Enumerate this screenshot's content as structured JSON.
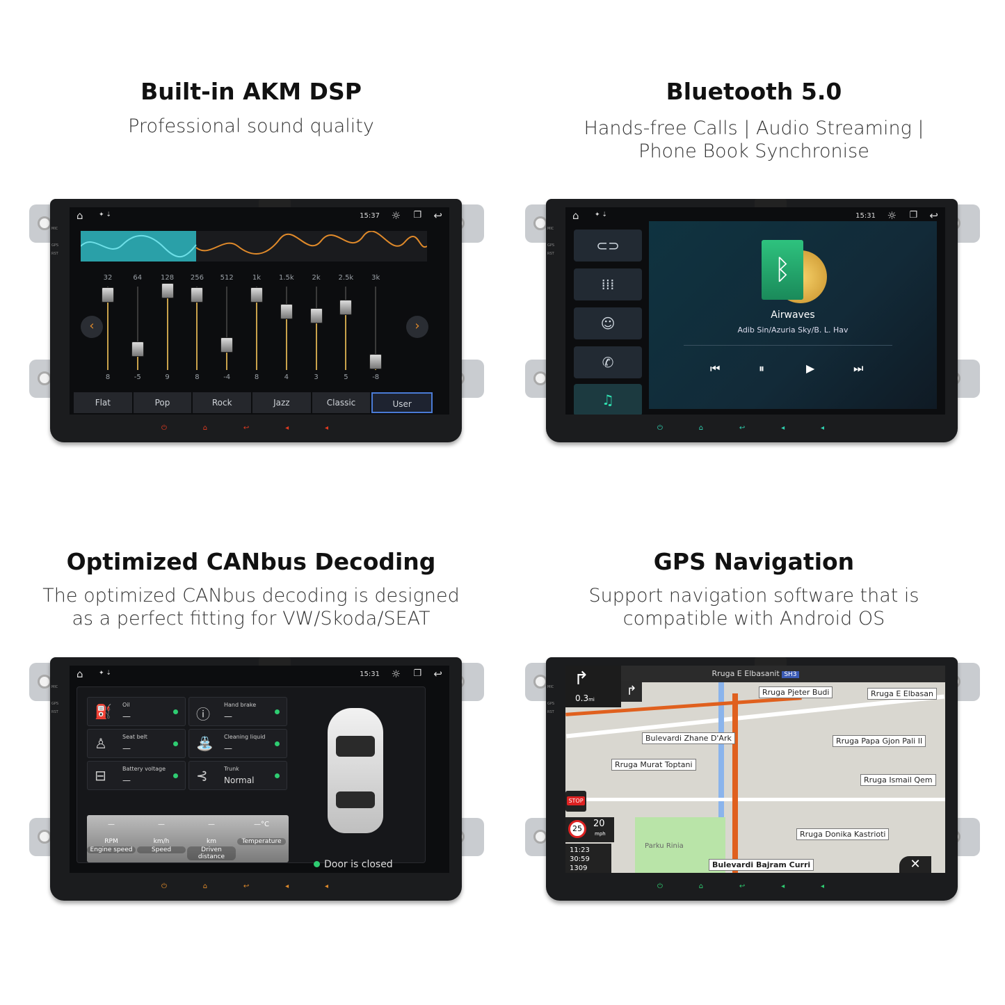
{
  "panels": {
    "dsp": {
      "title": "Built-in AKM DSP",
      "subtitle": "Professional sound quality"
    },
    "bt": {
      "title": "Bluetooth 5.0",
      "subtitle_line1": "Hands-free Calls | Audio Streaming |",
      "subtitle_line2": "Phone Book Synchronise"
    },
    "can": {
      "title": "Optimized CANbus Decoding",
      "subtitle_line1": "The optimized CANbus decoding is designed",
      "subtitle_line2": "as a perfect fitting for VW/Skoda/SEAT"
    },
    "gps": {
      "title": "GPS Navigation",
      "subtitle_line1": "Support navigation software that is",
      "subtitle_line2": "compatible with Android OS"
    }
  },
  "eq": {
    "time": "15:37",
    "bands": [
      {
        "label": "32",
        "value": "8"
      },
      {
        "label": "64",
        "value": "-5"
      },
      {
        "label": "128",
        "value": "9"
      },
      {
        "label": "256",
        "value": "8"
      },
      {
        "label": "512",
        "value": "-4"
      },
      {
        "label": "1k",
        "value": "8"
      },
      {
        "label": "1.5k",
        "value": "4"
      },
      {
        "label": "2k",
        "value": "3"
      },
      {
        "label": "2.5k",
        "value": "5"
      },
      {
        "label": "3k",
        "value": "-8"
      }
    ],
    "presets": [
      "Flat",
      "Pop",
      "Rock",
      "Jazz",
      "Classic",
      "User"
    ],
    "selected_preset": "User"
  },
  "bt_screen": {
    "time": "15:31",
    "track": "Airwaves",
    "artist": "Adib Sin/Azuria Sky/B. L. Hav"
  },
  "can_screen": {
    "time": "15:31",
    "cells": [
      {
        "label": "Oil",
        "value": "—"
      },
      {
        "label": "Hand brake",
        "value": "—"
      },
      {
        "label": "Seat belt",
        "value": "—"
      },
      {
        "label": "Cleaning liquid",
        "value": "—"
      },
      {
        "label": "Battery voltage",
        "value": "—"
      },
      {
        "label": "Trunk",
        "value": "Normal"
      }
    ],
    "gauges": [
      {
        "value": "—",
        "unit": "RPM",
        "name": "Engine speed"
      },
      {
        "value": "—",
        "unit": "km/h",
        "name": "Speed"
      },
      {
        "value": "—",
        "unit": "km",
        "name": "Driven distance"
      },
      {
        "value": "—°C",
        "unit": "",
        "name": "Temperature"
      }
    ],
    "door_status": "Door is closed"
  },
  "gps_screen": {
    "street_top": "Rruga E Elbasanit",
    "route_badge": "SH3",
    "distance": "0.3",
    "distance_unit": "mi",
    "speed_limit": "25",
    "speed": "20",
    "speed_unit": "mph",
    "eta": "11:23",
    "time_left": "30:59",
    "distance_left": "1309",
    "labels": {
      "l1": "Rruga Pjeter Budi",
      "l2": "Rruga E Elbasan",
      "l3": "Bulevardi Zhane D'Ark",
      "l4": "Rruga Papa Gjon Pali II",
      "l5": "Rruga Murat Toptani",
      "l6": "Rruga Ismail Qem",
      "l7": "Rruga Donika Kastrioti",
      "l8": "Bulevardi Bajram Curri",
      "park": "Parku Rinia",
      "stop": "STOP"
    }
  }
}
